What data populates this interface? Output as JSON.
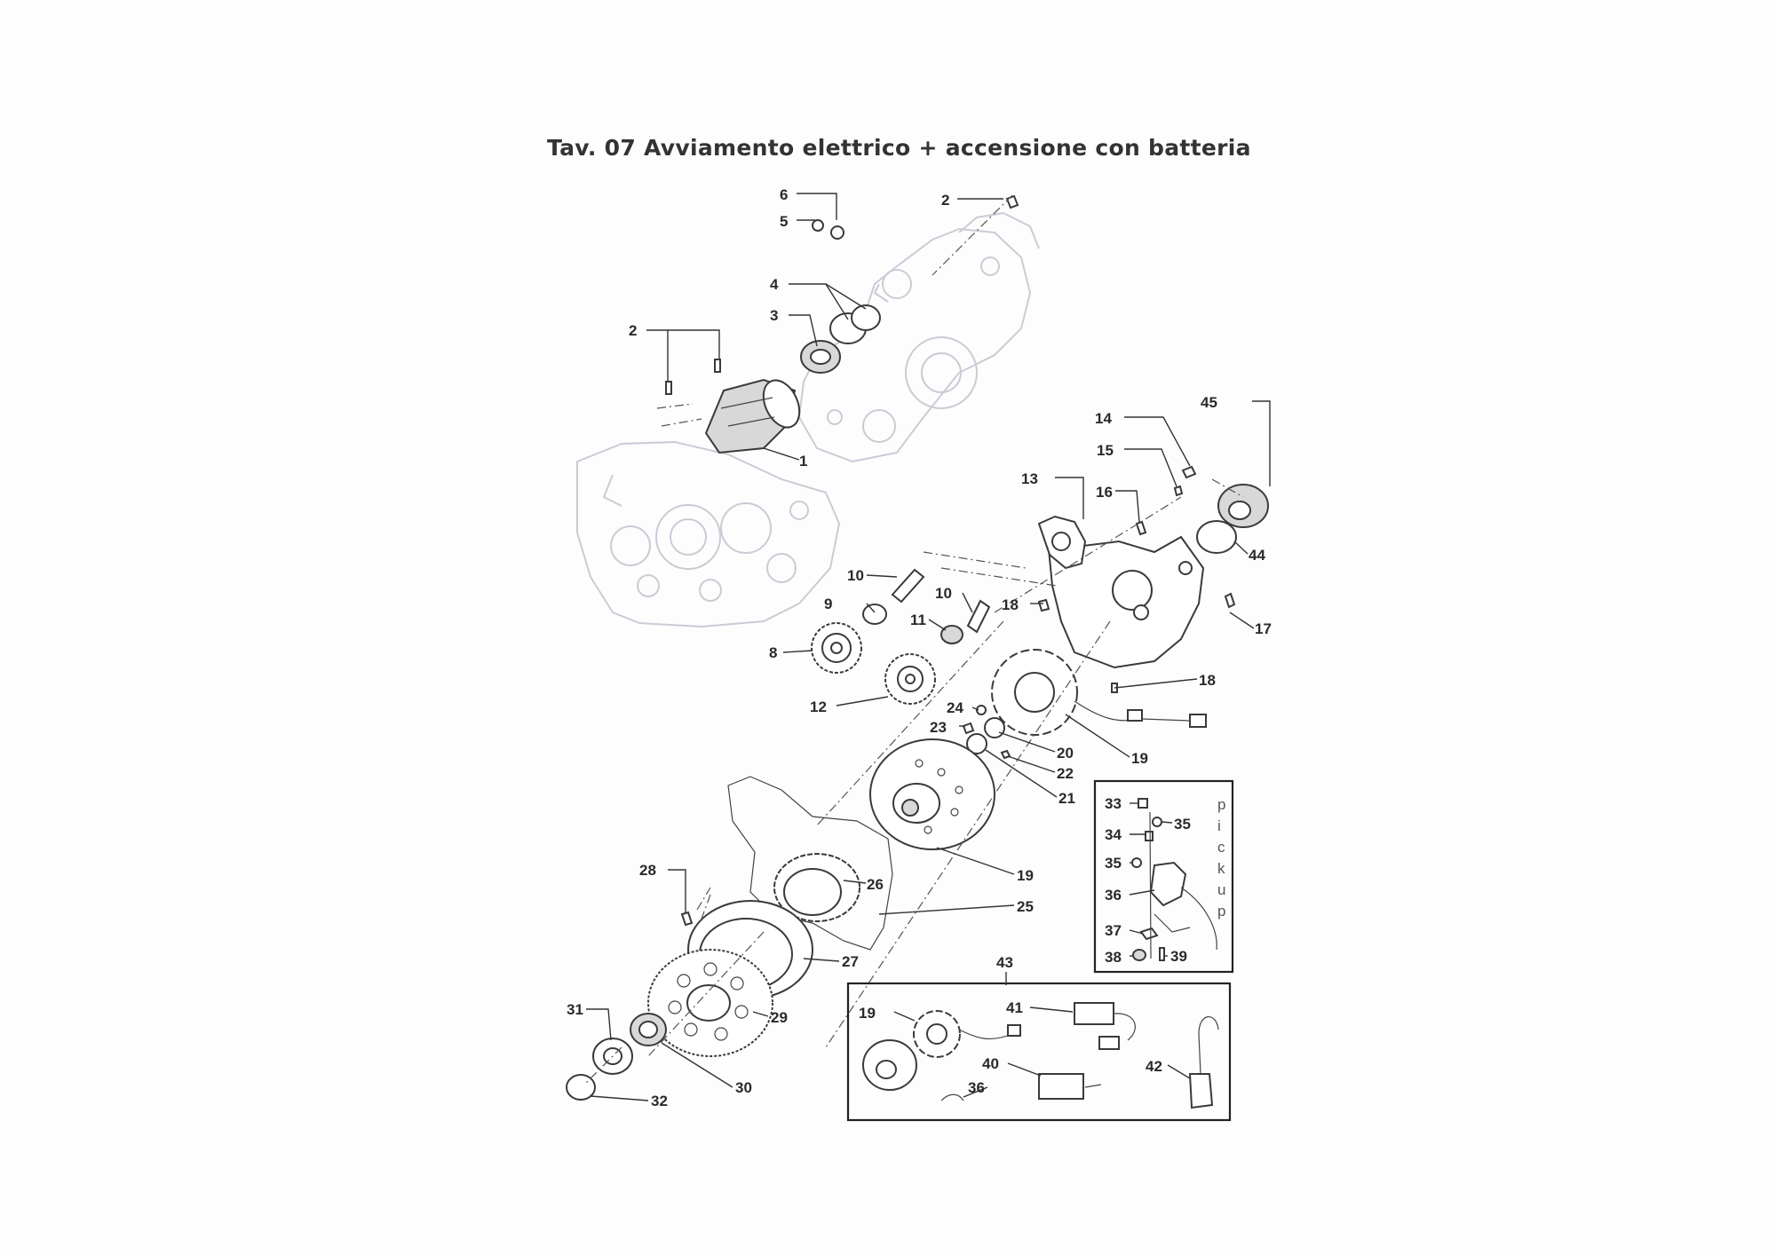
{
  "title": "Tav. 07  Avviamento elettrico + accensione con batteria",
  "pickup_caption": "pickup",
  "callouts": [
    {
      "id": "c6",
      "text": "6"
    },
    {
      "id": "c5",
      "text": "5"
    },
    {
      "id": "c2a",
      "text": "2"
    },
    {
      "id": "c4",
      "text": "4"
    },
    {
      "id": "c3",
      "text": "3"
    },
    {
      "id": "c2b",
      "text": "2"
    },
    {
      "id": "c1",
      "text": "1"
    },
    {
      "id": "c45",
      "text": "45"
    },
    {
      "id": "c14",
      "text": "14"
    },
    {
      "id": "c15",
      "text": "15"
    },
    {
      "id": "c13",
      "text": "13"
    },
    {
      "id": "c16",
      "text": "16"
    },
    {
      "id": "c44",
      "text": "44"
    },
    {
      "id": "c10a",
      "text": "10"
    },
    {
      "id": "c10b",
      "text": "10"
    },
    {
      "id": "c9",
      "text": "9"
    },
    {
      "id": "c18a",
      "text": "18"
    },
    {
      "id": "c11",
      "text": "11"
    },
    {
      "id": "c17",
      "text": "17"
    },
    {
      "id": "c8",
      "text": "8"
    },
    {
      "id": "c18b",
      "text": "18"
    },
    {
      "id": "c12",
      "text": "12"
    },
    {
      "id": "c24",
      "text": "24"
    },
    {
      "id": "c23",
      "text": "23"
    },
    {
      "id": "c20",
      "text": "20"
    },
    {
      "id": "c19a",
      "text": "19"
    },
    {
      "id": "c22",
      "text": "22"
    },
    {
      "id": "c21",
      "text": "21"
    },
    {
      "id": "c33",
      "text": "33"
    },
    {
      "id": "c35a",
      "text": "35"
    },
    {
      "id": "c34",
      "text": "34"
    },
    {
      "id": "c35b",
      "text": "35"
    },
    {
      "id": "c28",
      "text": "28"
    },
    {
      "id": "c26",
      "text": "26"
    },
    {
      "id": "c19b",
      "text": "19"
    },
    {
      "id": "c36a",
      "text": "36"
    },
    {
      "id": "c25",
      "text": "25"
    },
    {
      "id": "c37",
      "text": "37"
    },
    {
      "id": "c38",
      "text": "38"
    },
    {
      "id": "c39",
      "text": "39"
    },
    {
      "id": "c27",
      "text": "27"
    },
    {
      "id": "c43",
      "text": "43"
    },
    {
      "id": "c31",
      "text": "31"
    },
    {
      "id": "c29",
      "text": "29"
    },
    {
      "id": "c19c",
      "text": "19"
    },
    {
      "id": "c41",
      "text": "41"
    },
    {
      "id": "c40",
      "text": "40"
    },
    {
      "id": "c42",
      "text": "42"
    },
    {
      "id": "c30",
      "text": "30"
    },
    {
      "id": "c36b",
      "text": "36"
    },
    {
      "id": "c32",
      "text": "32"
    }
  ]
}
